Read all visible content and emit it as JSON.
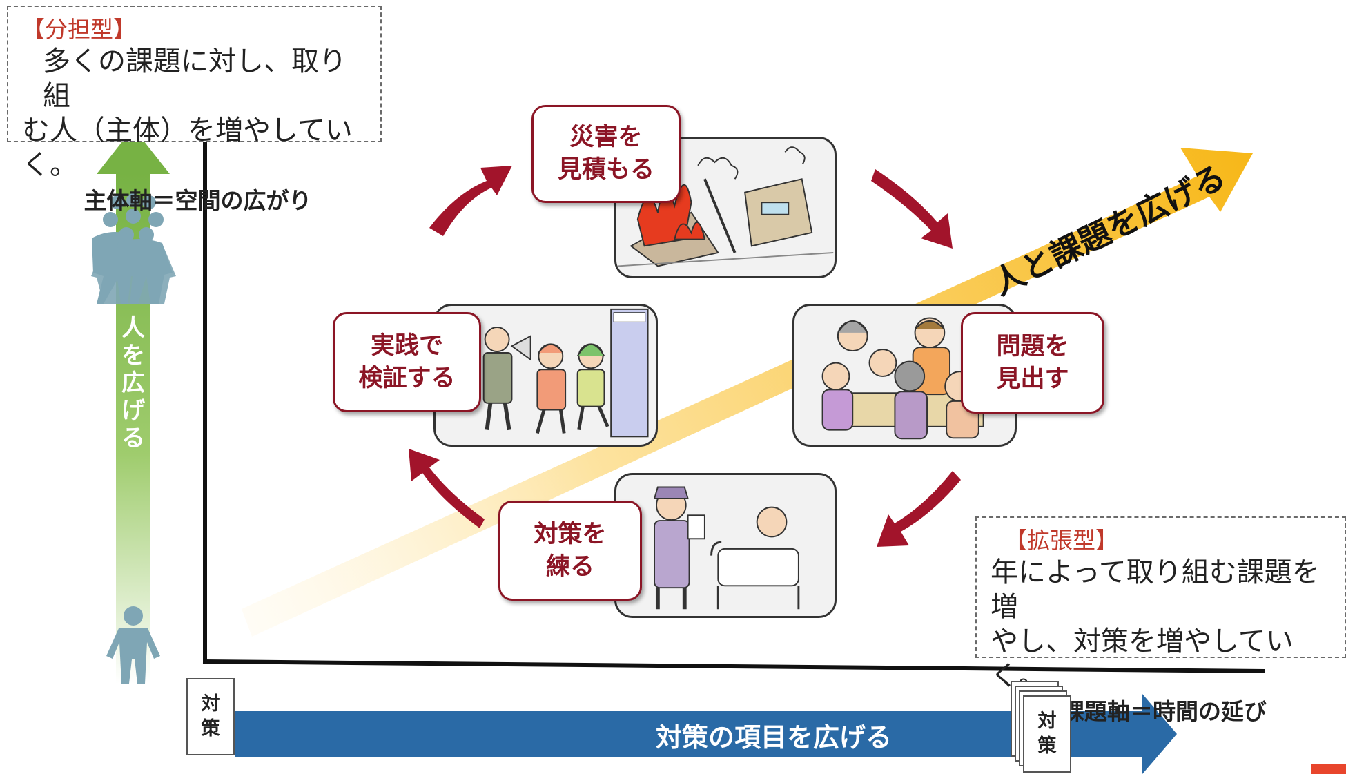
{
  "top_left_box": {
    "title": "【分担型】",
    "line1": "多くの課題に対し、取り組",
    "line2": "む人（主体）を増やしていく。",
    "emphasis": "主体軸＝空間の広がり"
  },
  "right_box": {
    "title": "【拡張型】",
    "line1": "年によって取り組む課題を増",
    "line2": "やし、対策を増やしていく。",
    "emphasis": "課題軸＝時間の延び"
  },
  "vertical_arrow": {
    "chars": [
      "人",
      "を",
      "広",
      "げ",
      "る"
    ],
    "color": "#7ab648"
  },
  "horizontal_arrow": {
    "label": "対策の項目を広げる",
    "color": "#2a6aa6"
  },
  "diagonal_arrow": {
    "label": "人と課題を広げる",
    "color": "#f7b81a"
  },
  "cycle": {
    "color": "#a2142b",
    "steps": [
      {
        "line1": "災害を",
        "line2": "見積もる"
      },
      {
        "line1": "問題を",
        "line2": "見出す"
      },
      {
        "line1": "対策を",
        "line2": "練る"
      },
      {
        "line1": "実践で",
        "line2": "検証する"
      }
    ]
  },
  "cards": {
    "single": {
      "line1": "対",
      "line2": "策"
    },
    "stack": {
      "line1": "対",
      "line2": "策"
    }
  },
  "icons": [
    "people-group-icon",
    "person-icon"
  ]
}
